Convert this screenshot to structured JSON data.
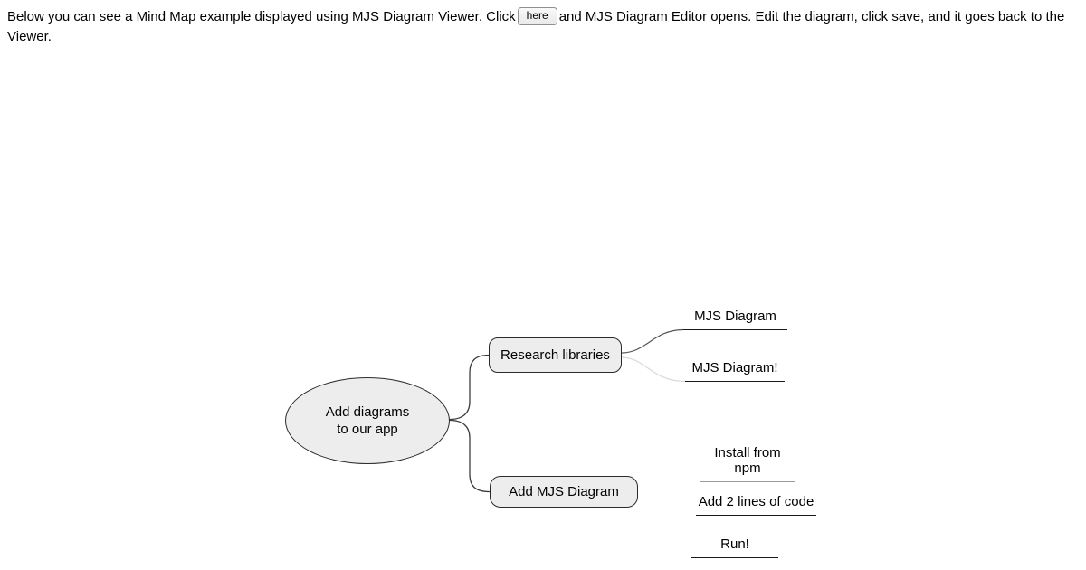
{
  "page": {
    "background": "#ffffff"
  },
  "intro": {
    "text_before": "Below you can see a Mind Map example displayed using MJS Diagram Viewer. Click",
    "button_label": "here",
    "text_after": "and MJS Diagram Editor opens. Edit the diagram, click save, and it goes back to the Viewer."
  },
  "mindmap": {
    "root": {
      "label": "Add diagrams to our app",
      "shape": "ellipse"
    },
    "branches": [
      {
        "label": "Research libraries",
        "shape": "rounded-rect",
        "children": [
          {
            "label": "MJS Diagram"
          },
          {
            "label": "MJS Diagram!"
          }
        ]
      },
      {
        "label": "Add MJS Diagram",
        "shape": "rounded-rect",
        "children": [
          {
            "label": "Install from npm"
          },
          {
            "label": "Add 2 lines of code"
          },
          {
            "label": "Run!"
          }
        ]
      }
    ],
    "colors": {
      "node_fill": "#ededed",
      "node_border": "#2b2b2b",
      "connector": "#3d3d3d",
      "connector_leaf": "#555555",
      "connector_faded": "#d9d9d9",
      "leaf_underline": "#1a1a1a",
      "leaf_underline_faded": "#999999"
    }
  }
}
